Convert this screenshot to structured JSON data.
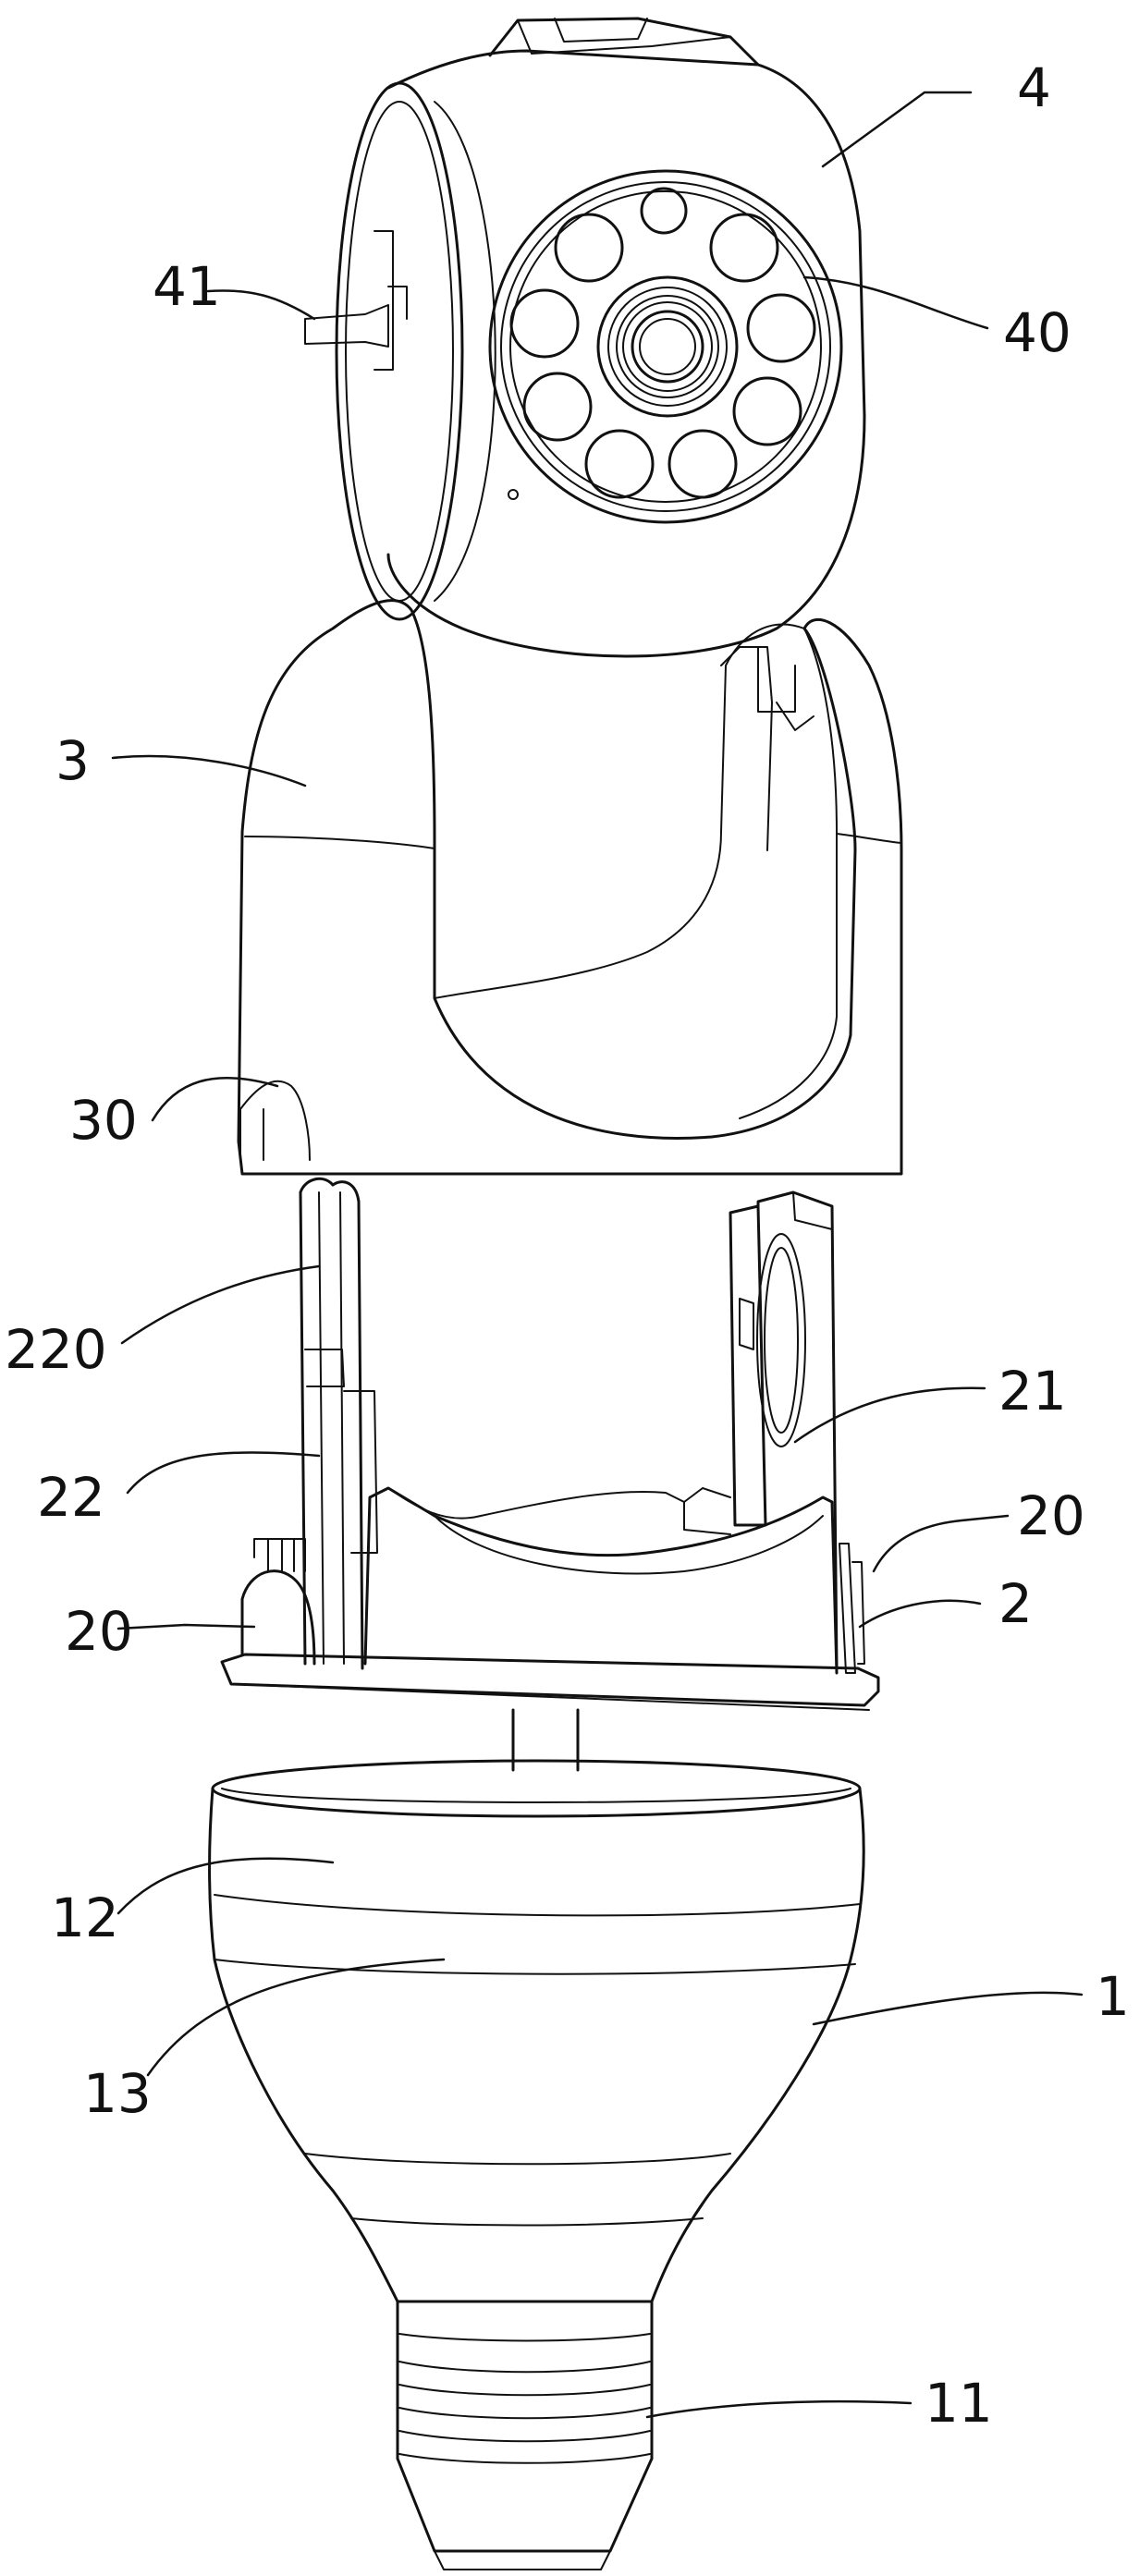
{
  "figure": {
    "part_labels": [
      {
        "id": "label-4",
        "text": "4"
      },
      {
        "id": "label-41",
        "text": "41"
      },
      {
        "id": "label-40",
        "text": "40"
      },
      {
        "id": "label-3",
        "text": "3"
      },
      {
        "id": "label-30",
        "text": "30"
      },
      {
        "id": "label-220",
        "text": "220"
      },
      {
        "id": "label-21",
        "text": "21"
      },
      {
        "id": "label-22",
        "text": "22"
      },
      {
        "id": "label-20-right",
        "text": "20"
      },
      {
        "id": "label-2",
        "text": "2"
      },
      {
        "id": "label-20-left",
        "text": "20"
      },
      {
        "id": "label-12",
        "text": "12"
      },
      {
        "id": "label-1",
        "text": "1"
      },
      {
        "id": "label-13",
        "text": "13"
      },
      {
        "id": "label-11",
        "text": "11"
      }
    ]
  }
}
